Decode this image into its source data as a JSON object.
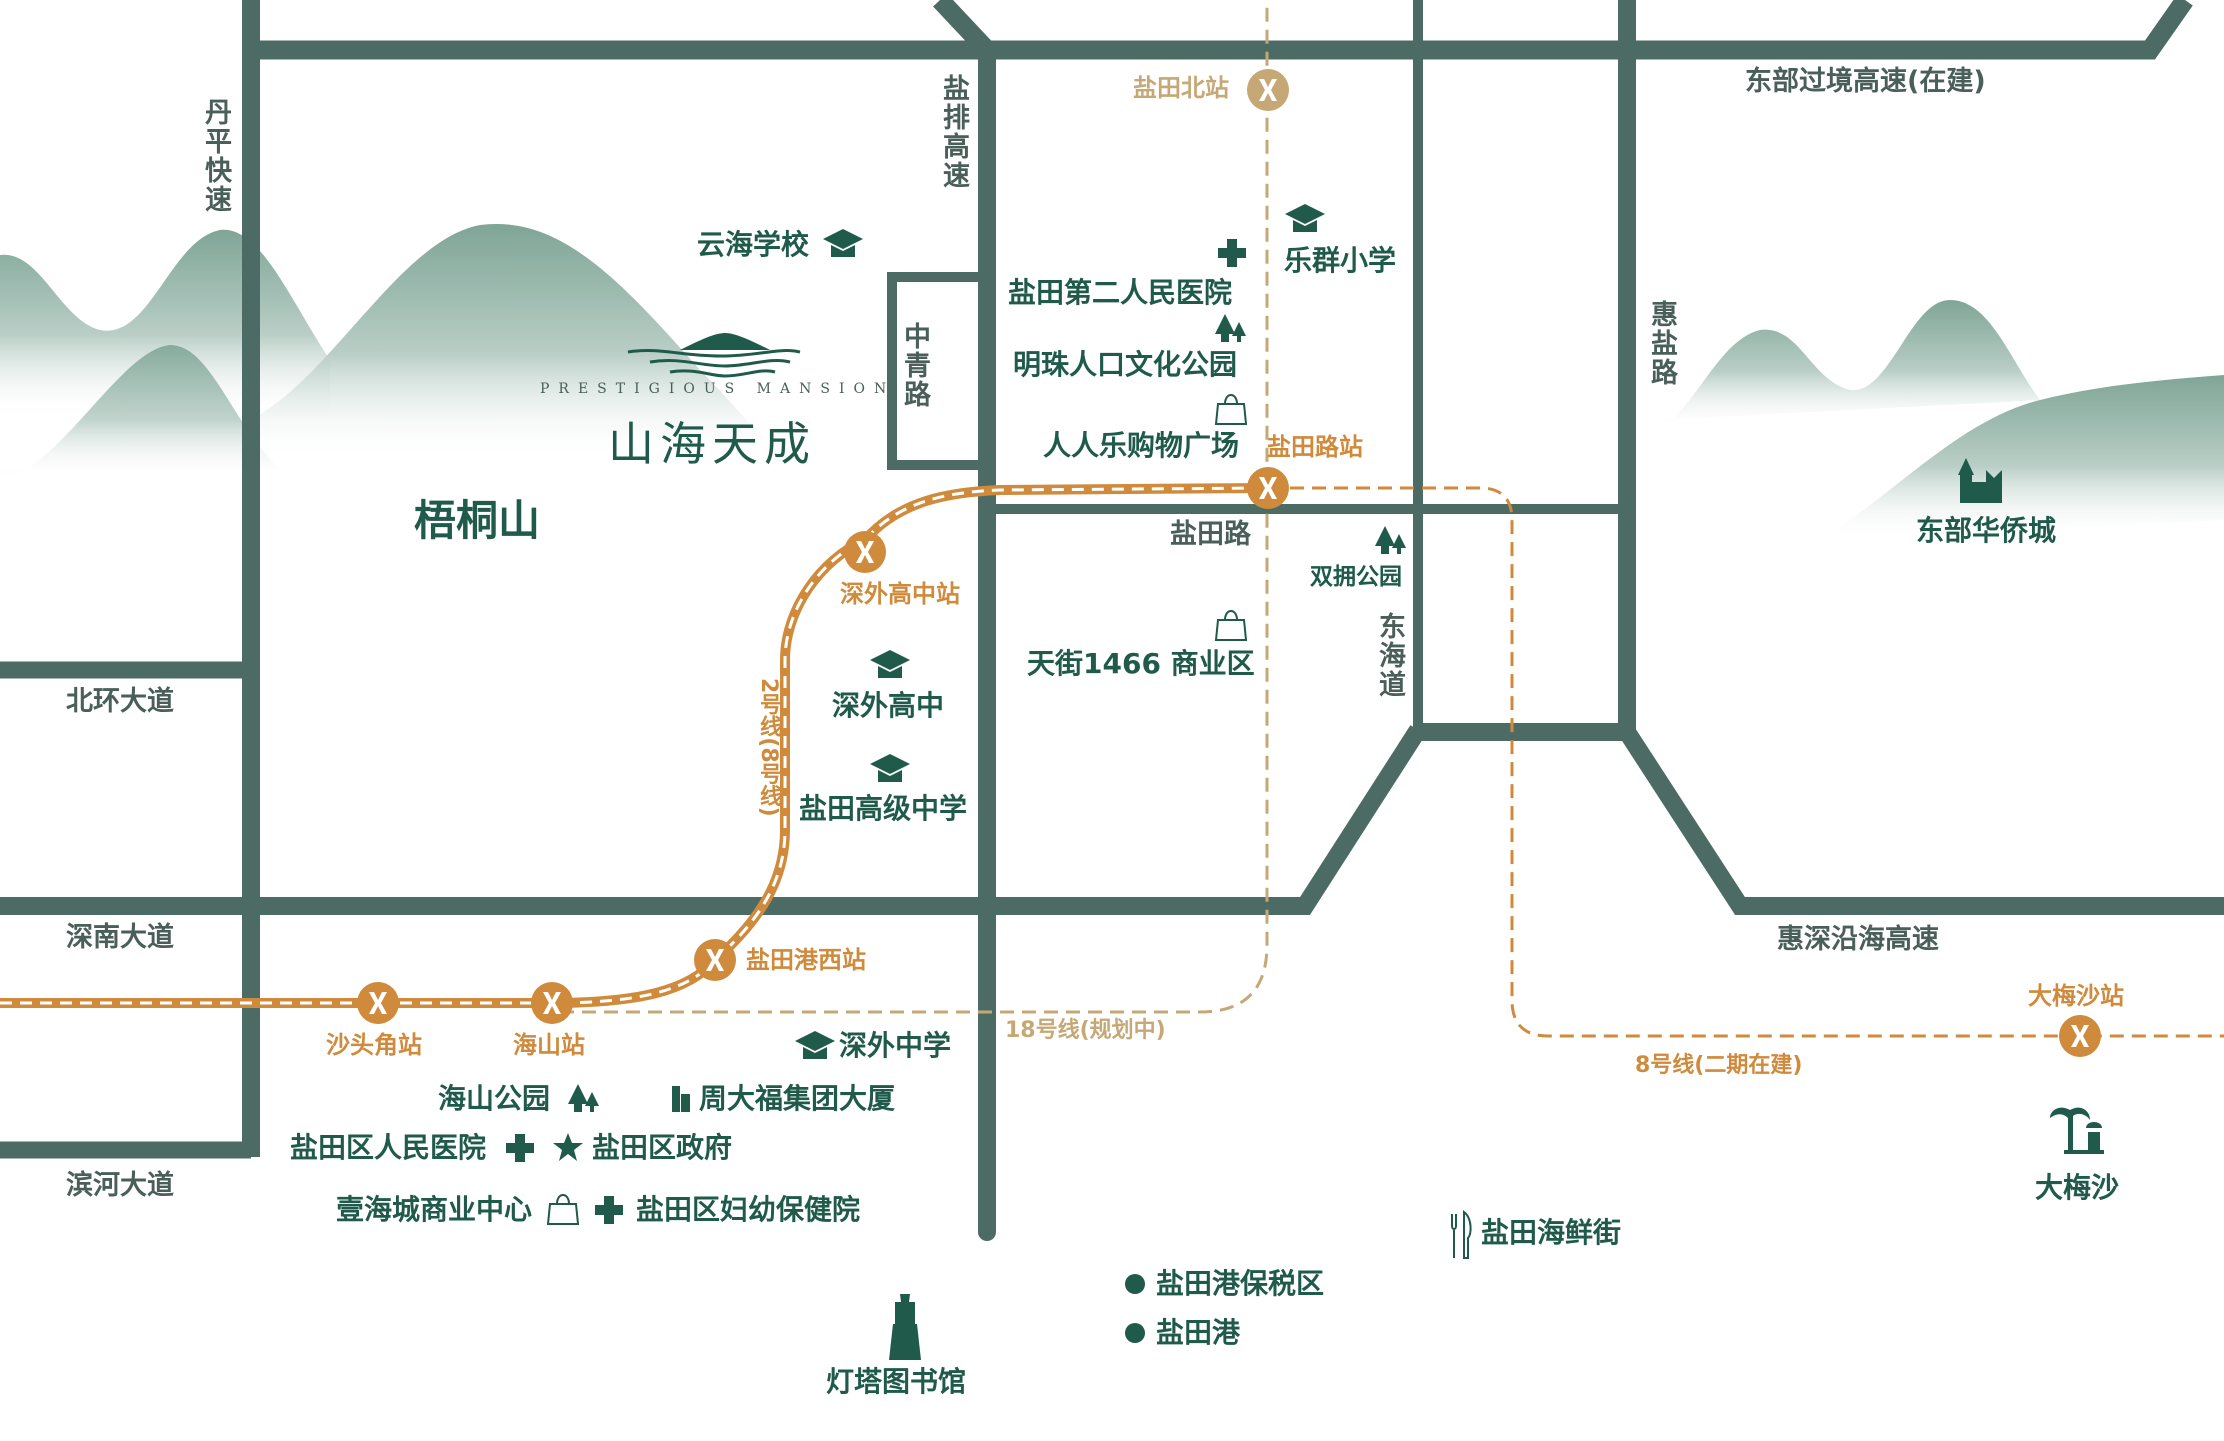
{
  "colors": {
    "road": "#4d6b65",
    "poi_text": "#1f5a4b",
    "metro_line2": "#cf8a3c",
    "metro_line18": "#c6a876",
    "mountain": "#7fa597"
  },
  "logo": {
    "english": "PRESTIGIOUS MANSION",
    "chinese": "山海天成"
  },
  "landmark_mountain": "梧桐山",
  "roads": {
    "danping": "丹平快速",
    "yanpai": "盐排高速",
    "zhongqing": "中青路",
    "beihuan": "北环大道",
    "shennan": "深南大道",
    "binhe": "滨河大道",
    "yantian_rd": "盐田路",
    "donghai": "东海道",
    "huiyan": "惠盐路",
    "dongbu": "东部过境高速(在建)",
    "huishen": "惠深沿海高速"
  },
  "metro": {
    "line2_label": "2号线(8号线)",
    "line18_label": "18号线(规划中)",
    "line8_label": "8号线(二期在建)",
    "stations": {
      "shatoujiao": "沙头角站",
      "haishan": "海山站",
      "yantiangang_west": "盐田港西站",
      "shenwai_high": "深外高中站",
      "yantian_rd": "盐田路站",
      "yantian_north": "盐田北站",
      "dameisha": "大梅沙站"
    }
  },
  "pois": {
    "yunhai_school": "云海学校",
    "lequn_primary": "乐群小学",
    "yantian_2nd_hospital": "盐田第二人民医院",
    "mingzhu_park": "明珠人口文化公园",
    "renrenle": "人人乐购物广场",
    "shuangyong_park": "双拥公园",
    "tianjie": "天街1466 商业区",
    "shenwai_high": "深外高中",
    "yantian_senior": "盐田高级中学",
    "shenwai_middle": "深外中学",
    "haishan_park": "海山公园",
    "chowtaifook": "周大福集团大厦",
    "yantian_hospital": "盐田区人民医院",
    "yantian_gov": "盐田区政府",
    "yihaicheng": "壹海城商业中心",
    "maternal_hospital": "盐田区妇幼保健院",
    "lighthouse_library": "灯塔图书馆",
    "bonded_zone": "盐田港保税区",
    "yantian_port": "盐田港",
    "seafood_street": "盐田海鲜街",
    "oct_east": "东部华侨城",
    "dameisha": "大梅沙"
  }
}
